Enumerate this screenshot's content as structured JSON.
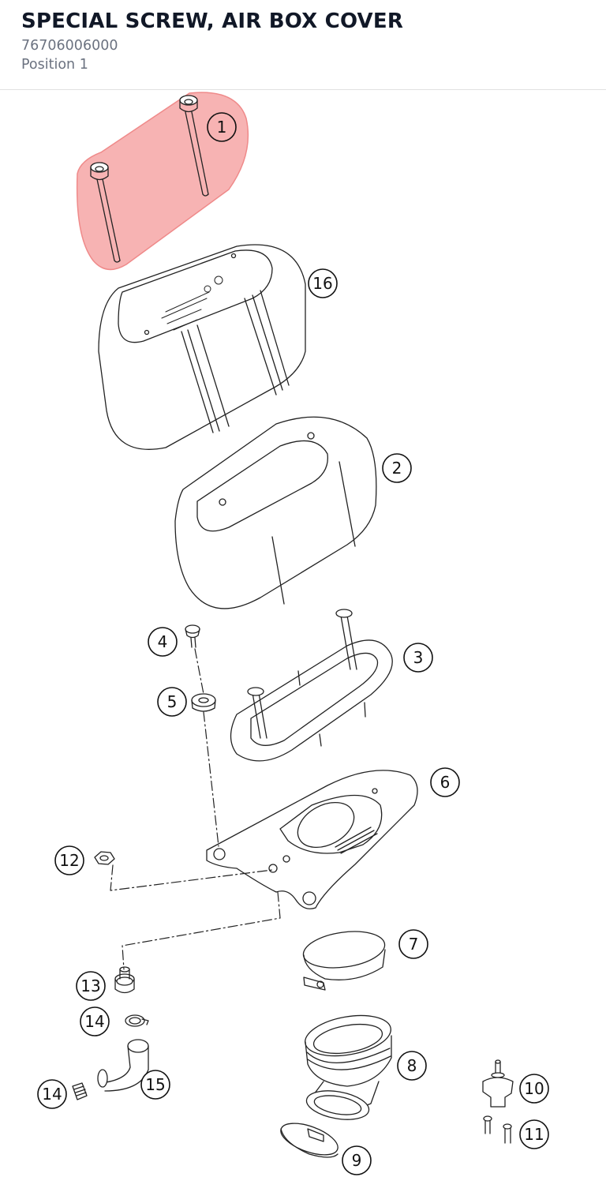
{
  "header": {
    "title": "SPECIAL SCREW, AIR BOX COVER",
    "part_number": "76706006000",
    "position": "Position 1"
  },
  "diagram": {
    "highlight_color": "#f6a6a6",
    "highlight_stroke": "#ef8a8a",
    "line_color": "#222222",
    "selected_position": "1",
    "callouts": [
      "1",
      "16",
      "2",
      "4",
      "3",
      "5",
      "6",
      "12",
      "7",
      "13",
      "14",
      "8",
      "15",
      "14",
      "10",
      "11",
      "9"
    ]
  }
}
